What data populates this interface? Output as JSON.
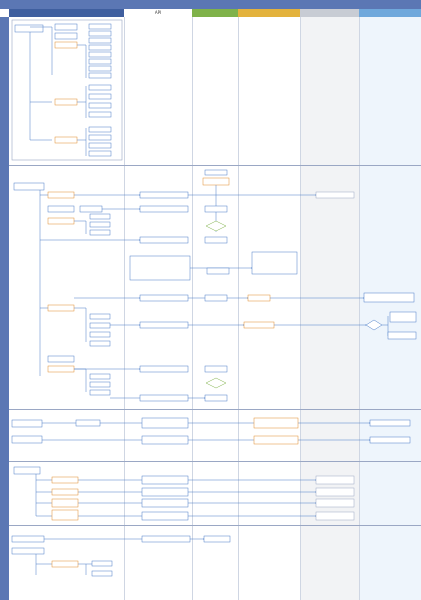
{
  "window": {
    "title": ""
  },
  "lanes": [
    {
      "id": "l1",
      "title": ""
    },
    {
      "id": "l2",
      "title": "API"
    },
    {
      "id": "l3",
      "title": ""
    },
    {
      "id": "l4",
      "title": ""
    },
    {
      "id": "l5",
      "title": ""
    },
    {
      "id": "l6",
      "title": ""
    }
  ],
  "colors": {
    "title_bar": "#5b77b4",
    "lane1_header": "#3f5f9f",
    "lane2_header": "#ffffff",
    "lane3_header": "#7fb24a",
    "lane4_header": "#e3b23c",
    "lane5_header": "#c8ccd4",
    "lane6_header": "#6fa8dc",
    "lane5_fill": "#f2f3f5",
    "lane6_fill": "#eef5fc",
    "line": "#4a7cc7"
  },
  "boxes": {
    "b1": "",
    "b2": "",
    "b3": "",
    "b4": "",
    "b5": "",
    "b6": "",
    "b7": "",
    "b8": "",
    "b9": "",
    "b10": "",
    "b11": "",
    "b12": "",
    "b13": "",
    "b14": "",
    "b15": "",
    "b16": "",
    "b17": "",
    "b18": "",
    "b19": "",
    "b20": "",
    "b21": "",
    "b22": "",
    "b23": "",
    "b24": "",
    "b25": "",
    "b26": "",
    "b27": "",
    "b28": "",
    "b29": "",
    "b30": "",
    "b31": "",
    "b32": "",
    "b33": "",
    "b34": "",
    "b35": "",
    "b36": "",
    "b37": "",
    "b38": "",
    "b39": "",
    "b40": "",
    "b41": "",
    "b42": "",
    "b43": "",
    "b44": "",
    "b45": "",
    "b46": "",
    "b47": "",
    "b48": "",
    "b49": "",
    "b50": "",
    "b51": "",
    "b52": "",
    "b53": "",
    "b54": "",
    "b55": "",
    "b56": "",
    "b57": "",
    "b58": "",
    "b59": "",
    "b60": "",
    "b61": "",
    "b62": "",
    "b63": "",
    "b64": "",
    "b65": "",
    "b66": "",
    "b67": "",
    "b68": "",
    "b69": "",
    "b70": "",
    "b71": ""
  },
  "bands": [
    {
      "id": "band1",
      "label": ""
    },
    {
      "id": "band2",
      "label": ""
    },
    {
      "id": "band3",
      "label": ""
    },
    {
      "id": "band4",
      "label": ""
    },
    {
      "id": "band5",
      "label": ""
    }
  ]
}
